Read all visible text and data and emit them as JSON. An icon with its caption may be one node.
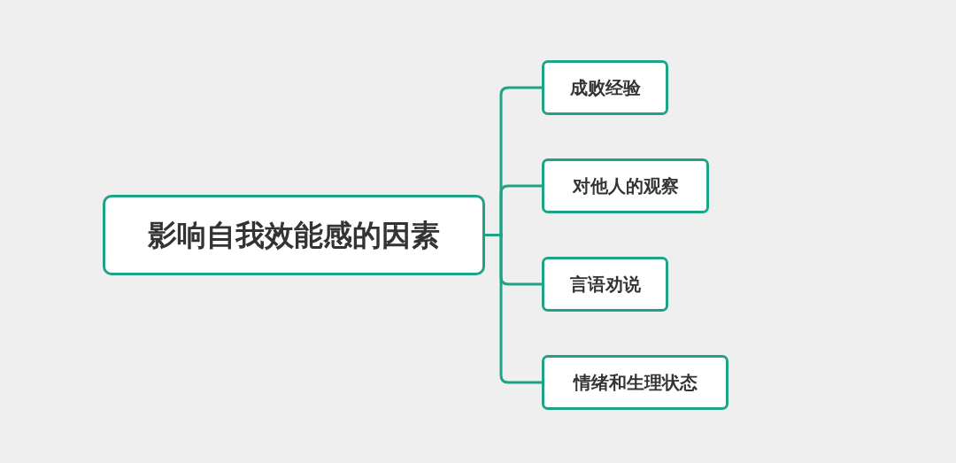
{
  "diagram": {
    "nodes": [
      {
        "text": [
          "影响自我效能感的因素"
        ]
      },
      {
        "text": [
          "成败经验"
        ]
      },
      {
        "text": [
          "对他人的观察"
        ]
      },
      {
        "text": [
          "言语劝说"
        ]
      },
      {
        "text": [
          "情绪和生理状态"
        ]
      }
    ],
    "edges": [
      {
        "from": 0,
        "to": 1,
        "arrow": "none"
      },
      {
        "from": 0,
        "to": 2,
        "arrow": "none"
      },
      {
        "from": 0,
        "to": 3,
        "arrow": "none"
      },
      {
        "from": 0,
        "to": 4,
        "arrow": "none"
      }
    ]
  }
}
